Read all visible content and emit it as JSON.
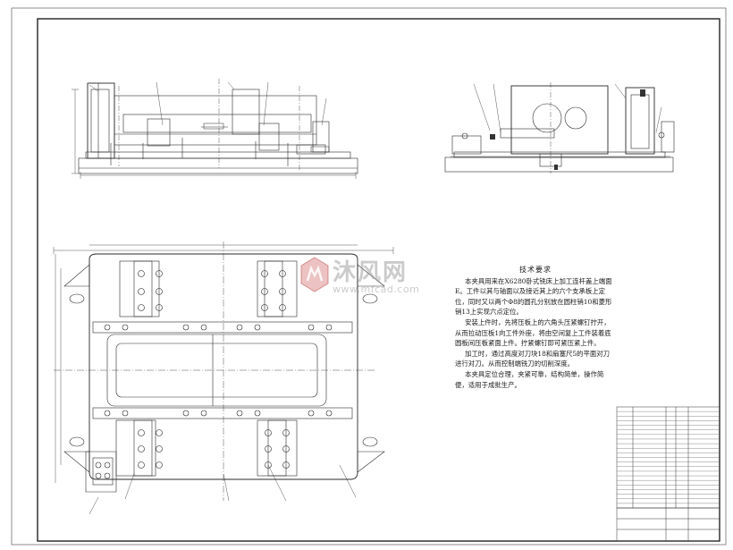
{
  "drawing": {
    "tech_requirements": {
      "title": "技术要求",
      "paragraphs": [
        "本夹具用来在X6280卧式铣床上加工连杆盖上端面E。工件以其与轴面以及接近其上的六个支承板上定位，同时又以两个Φ8的圆孔分别放在圆柱销10和菱形销13上实现六点定位。",
        "安装上件时，先将压板上的六角头压紧螺钉拧开，从而拉动压板1向工件外座，将由空间复上工件装着底圆板间压板紧面上件。拧紧螺钉即可紧压紧上件。",
        "加工时，通过高度对刀块18和扇塞尺5的平面对刀进行对刀。从而控制端铣刀的切削深度。",
        "本夹具定位合理，夹紧可靠，结构简单，操作简便，适用于成批生产。"
      ]
    },
    "watermark": {
      "cn": "沐风网",
      "en": "www.mfcad.com"
    },
    "bom_rows": 22
  }
}
